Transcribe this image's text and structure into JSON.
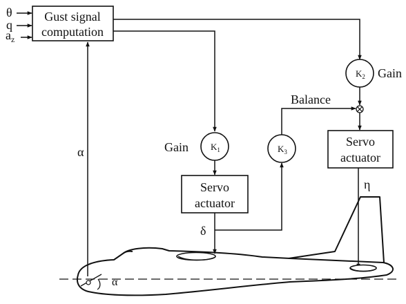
{
  "inputs": {
    "theta": "θ",
    "q": "q",
    "az_base": "a",
    "az_sub": "z"
  },
  "gust_block": {
    "line1": "Gust signal",
    "line2": "computation"
  },
  "signals": {
    "alpha_main": "α",
    "alpha_small": "α",
    "delta": "δ",
    "eta": "η",
    "balance": "Balance"
  },
  "gains": {
    "k1_base": "K",
    "k1_sub": "1",
    "k2_base": "K",
    "k2_sub": "2",
    "k3_base": "K",
    "k3_sub": "3",
    "gain_left": "Gain",
    "gain_right": "Gain"
  },
  "servo_left": {
    "line1": "Servo",
    "line2": "actuator"
  },
  "servo_right": {
    "line1": "Servo",
    "line2": "actuator"
  }
}
